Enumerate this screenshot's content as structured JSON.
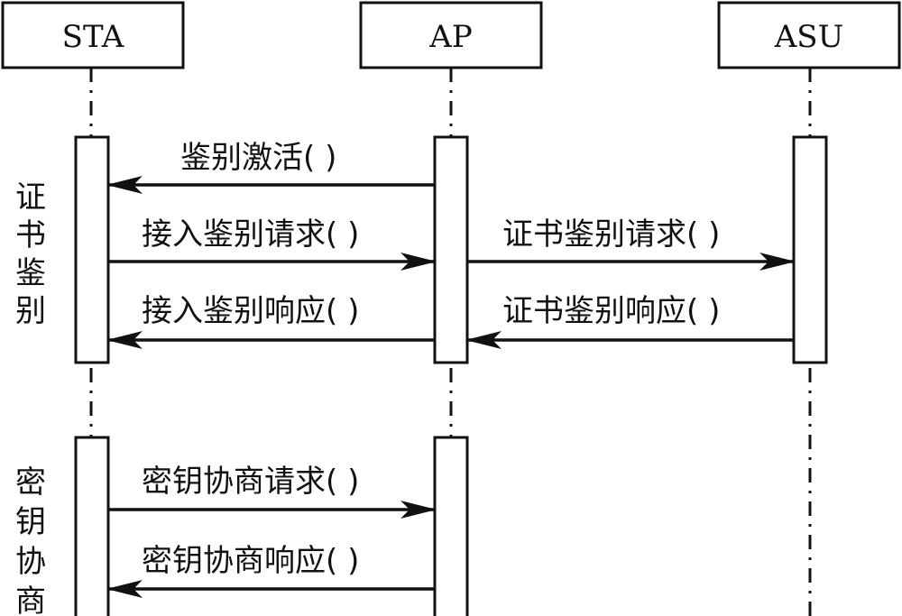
{
  "actors": [
    {
      "id": "sta",
      "label": "STA"
    },
    {
      "id": "ap",
      "label": "AP"
    },
    {
      "id": "asu",
      "label": "ASU"
    }
  ],
  "phases": [
    {
      "id": "cert-auth",
      "label": "证书鉴别",
      "chars": [
        "证",
        "书",
        "鉴",
        "别"
      ]
    },
    {
      "id": "key-negotiation",
      "label": "密钥协商",
      "chars": [
        "密",
        "钥",
        "协",
        "商"
      ]
    }
  ],
  "messages": [
    {
      "id": "auth-activate",
      "label": "鉴别激活( )",
      "from": "AP",
      "to": "STA"
    },
    {
      "id": "access-auth-request",
      "label": "接入鉴别请求( )",
      "from": "STA",
      "to": "AP"
    },
    {
      "id": "cert-auth-request",
      "label": "证书鉴别请求( )",
      "from": "AP",
      "to": "ASU"
    },
    {
      "id": "access-auth-response",
      "label": "接入鉴别响应( )",
      "from": "AP",
      "to": "STA"
    },
    {
      "id": "cert-auth-response",
      "label": "证书鉴别响应( )",
      "from": "ASU",
      "to": "AP"
    },
    {
      "id": "key-neg-request",
      "label": "密钥协商请求( )",
      "from": "STA",
      "to": "AP"
    },
    {
      "id": "key-neg-response",
      "label": "密钥协商响应( )",
      "from": "AP",
      "to": "STA"
    }
  ]
}
